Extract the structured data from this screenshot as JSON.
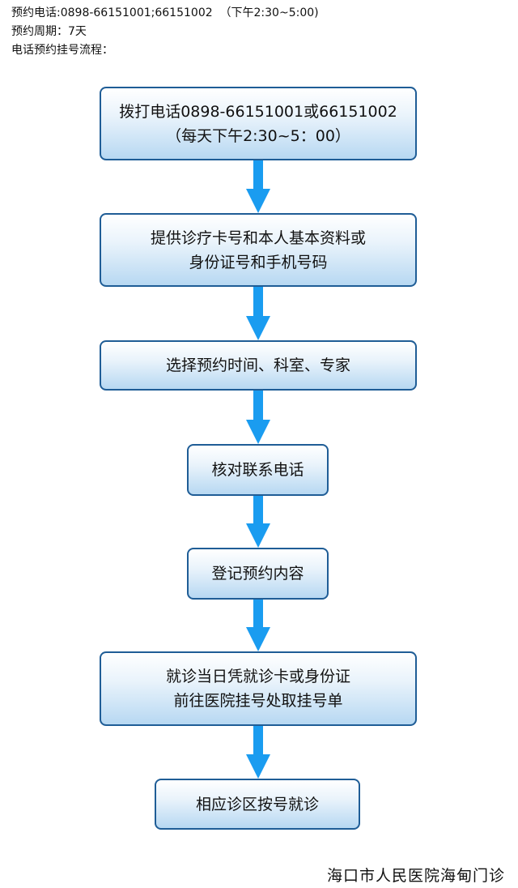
{
  "header": {
    "phone_line": "预约电话:0898-66151001;66151002  （下午2:30~5:00)",
    "period_line": "预约周期：7天",
    "process_title": "电话预约挂号流程："
  },
  "flow": {
    "arrow_color": "#1a9cf0",
    "border_color": "#1f5d96",
    "steps": [
      {
        "lines": [
          "拨打电话0898-66151001或66151002",
          "（每天下午2:30~5：00）"
        ]
      },
      {
        "lines": [
          "提供诊疗卡号和本人基本资料或",
          "身份证号和手机号码"
        ]
      },
      {
        "lines": [
          "选择预约时间、科室、专家"
        ]
      },
      {
        "lines": [
          "核对联系电话"
        ]
      },
      {
        "lines": [
          "登记预约内容"
        ]
      },
      {
        "lines": [
          "就诊当日凭就诊卡或身份证",
          "前往医院挂号处取挂号单"
        ]
      },
      {
        "lines": [
          "相应诊区按号就诊"
        ]
      }
    ]
  },
  "footer": {
    "organization": "海口市人民医院海甸门诊"
  }
}
